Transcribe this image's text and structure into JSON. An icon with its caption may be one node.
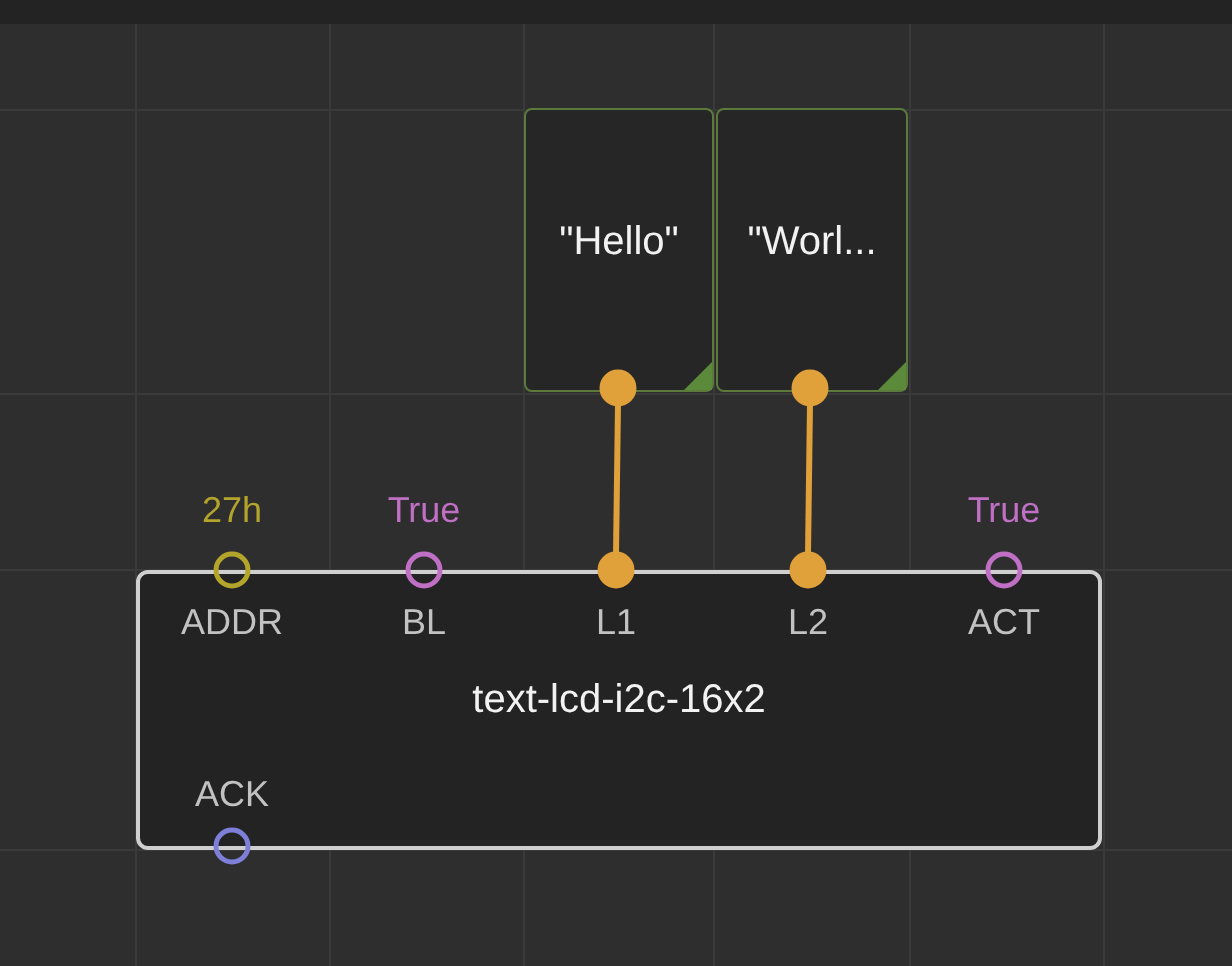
{
  "diagram": {
    "nodes": [
      {
        "text": [
          "\"Hello\""
        ]
      },
      {
        "text": [],
        "shape": "circle",
        "in": 0
      },
      {
        "text": [
          "\"Worl..."
        ]
      },
      {
        "text": [],
        "shape": "circle",
        "in": 2
      },
      {
        "text": [
          "text-lcd-i2c-16x2"
        ]
      },
      {
        "text": [
          "ADDR"
        ],
        "beside": [
          "27h"
        ],
        "in": 4
      },
      {
        "text": [
          "BL"
        ],
        "beside": [
          "True"
        ],
        "in": 4
      },
      {
        "text": [
          "L1"
        ],
        "in": 4
      },
      {
        "text": [
          "L2"
        ],
        "in": 4
      },
      {
        "text": [
          "ACT"
        ],
        "beside": [
          "True"
        ],
        "in": 4
      },
      {
        "text": [
          "ACK"
        ],
        "in": 4
      }
    ],
    "edges": [
      {
        "from": 1,
        "to": 7,
        "arrow": "none"
      },
      {
        "from": 3,
        "to": 8,
        "arrow": "none"
      }
    ]
  }
}
